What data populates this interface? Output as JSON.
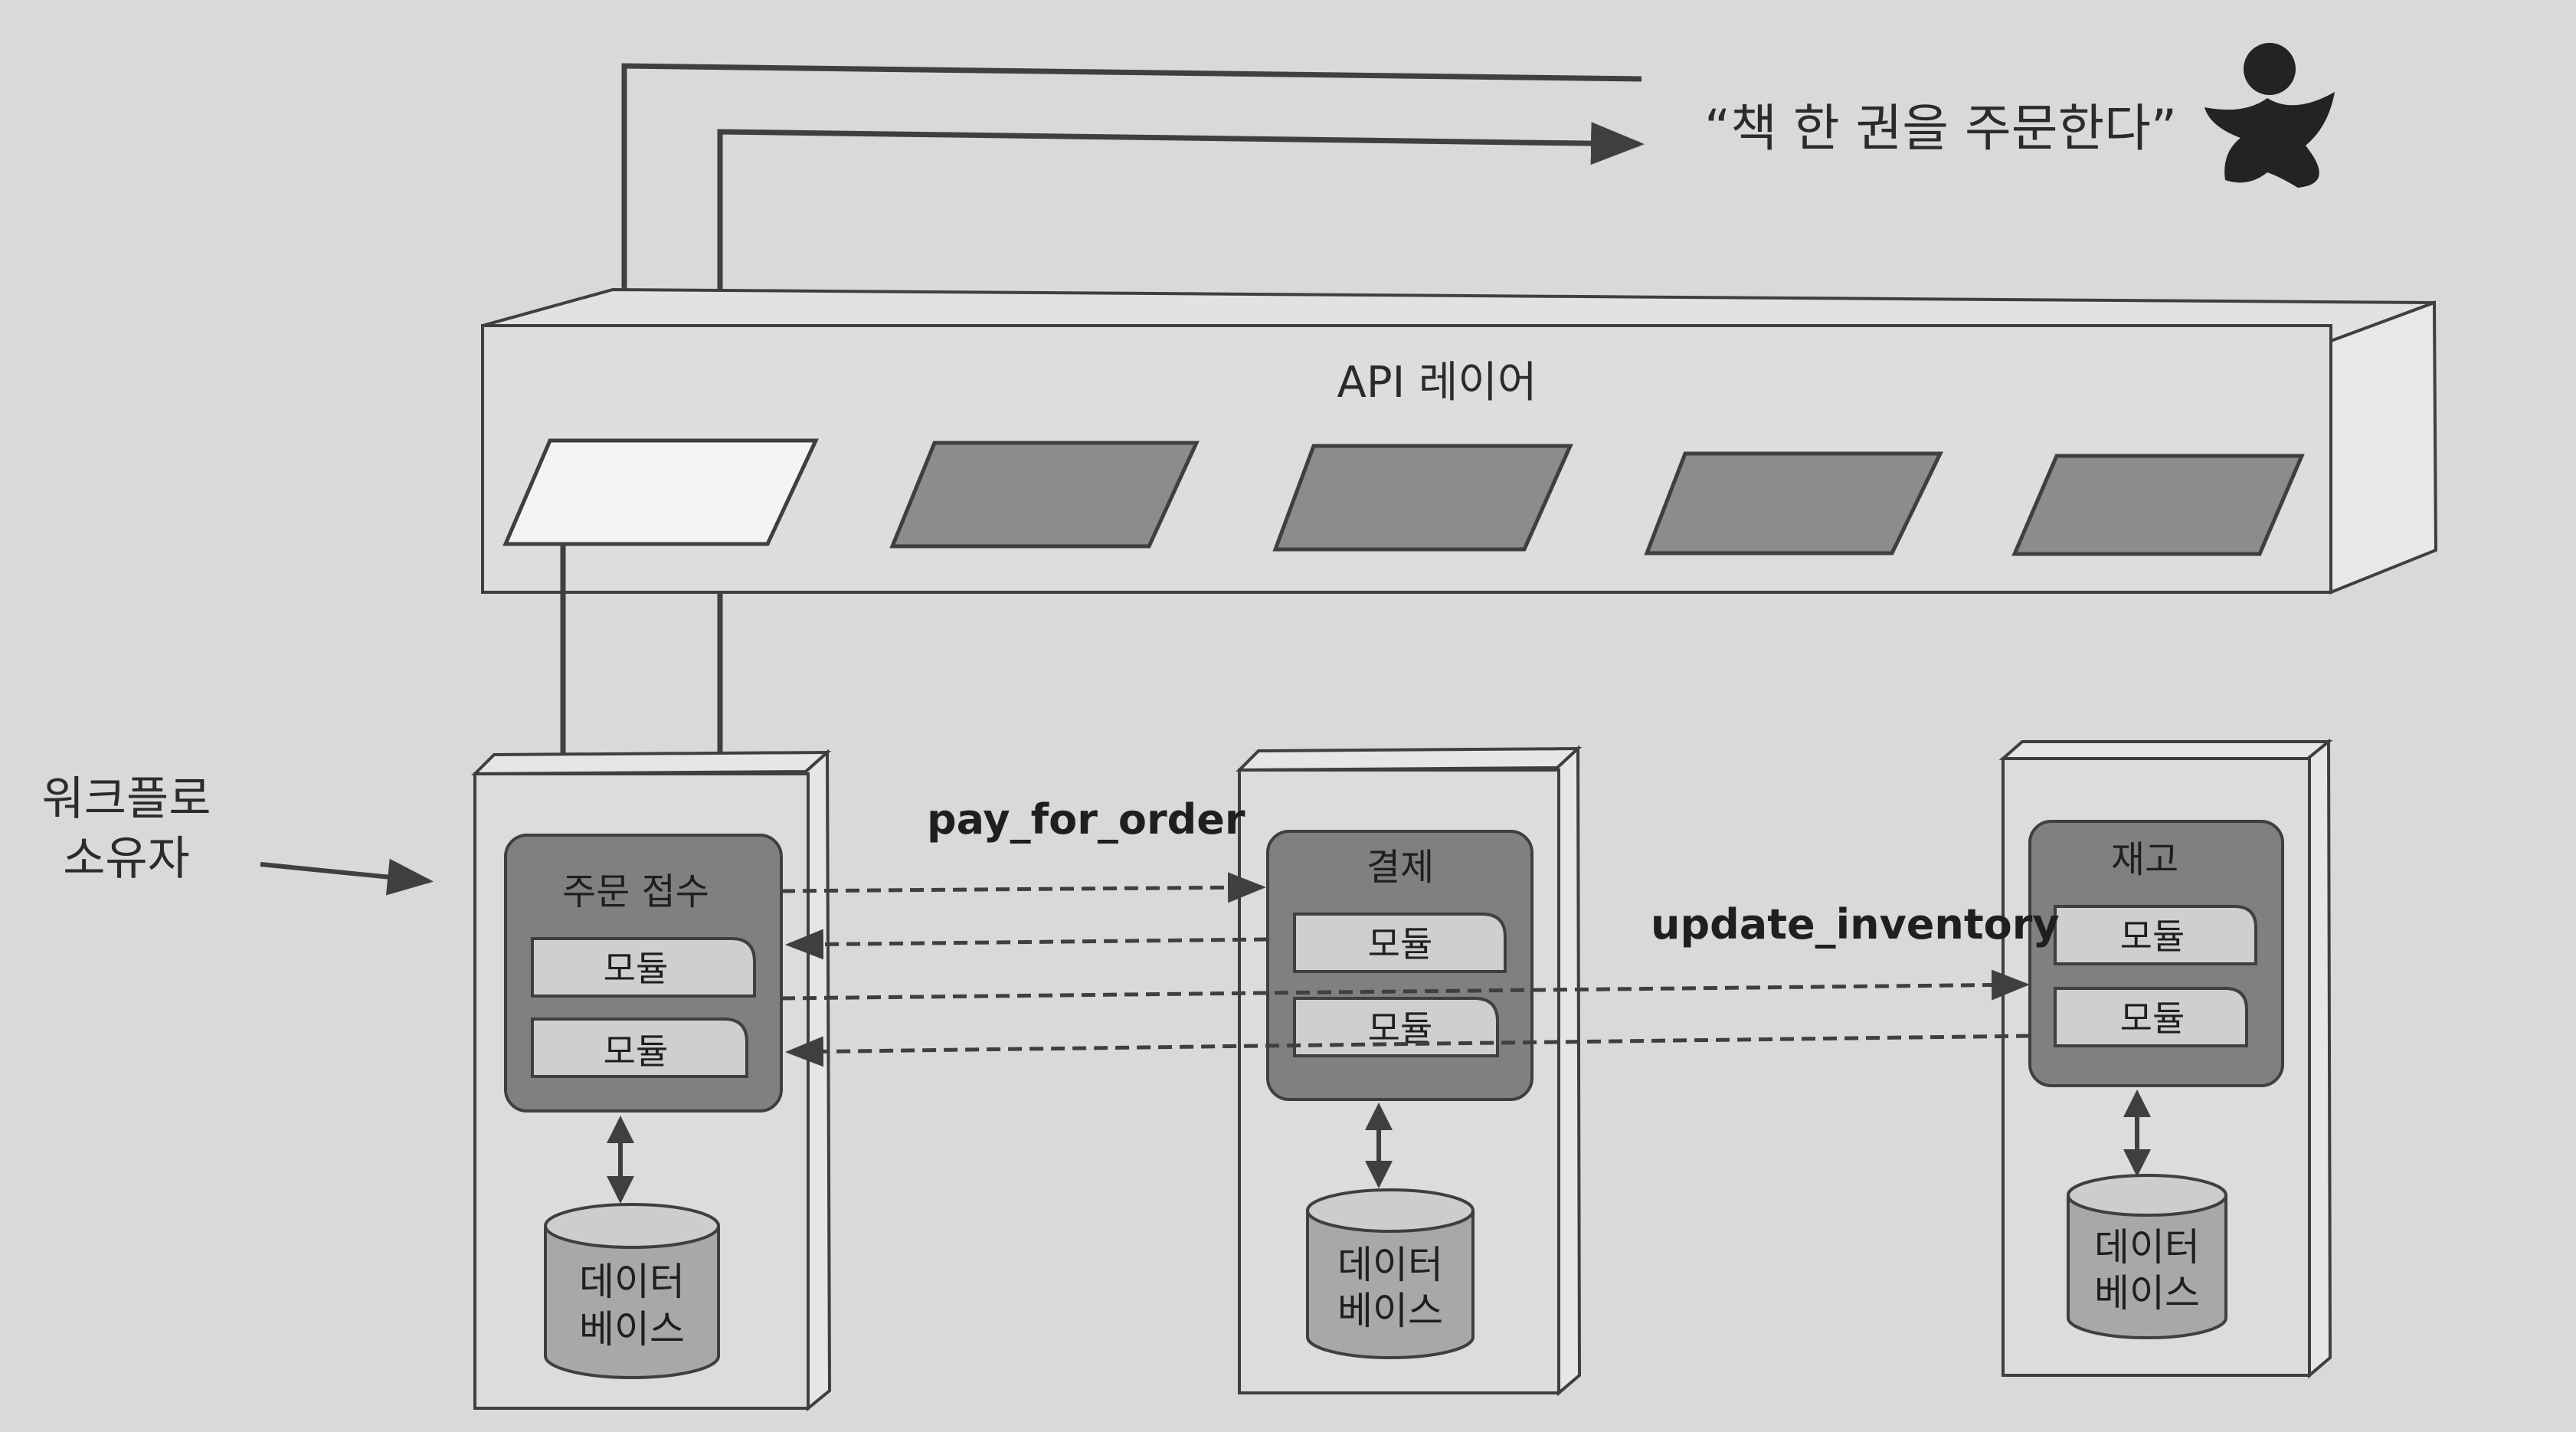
{
  "quote": "“책 한 권을 주문한다”",
  "api_layer": {
    "title": "API 레이어",
    "endpoint_count": 5
  },
  "workflow_owner": {
    "line1": "워크플로",
    "line2": "소유자"
  },
  "services": [
    {
      "id": "order",
      "name": "주문 접수",
      "modules": [
        "모듈",
        "모듈"
      ],
      "database": {
        "line1": "데이터",
        "line2": "베이스"
      }
    },
    {
      "id": "payment",
      "name": "결제",
      "modules": [
        "모듈",
        "모듈"
      ],
      "database": {
        "line1": "데이터",
        "line2": "베이스"
      }
    },
    {
      "id": "inventory",
      "name": "재고",
      "modules": [
        "모듈",
        "모듈"
      ],
      "database": {
        "line1": "데이터",
        "line2": "베이스"
      }
    }
  ],
  "calls": {
    "pay": "pay_for_order",
    "inventory": "update_inventory"
  },
  "colors": {
    "background": "#d9d9d9",
    "line": "#3f3f3f",
    "endpoint_active": "#f4f4f4",
    "endpoint_inactive": "#8c8c8c",
    "service_body": "#808080",
    "module": "#cfcfcf"
  }
}
